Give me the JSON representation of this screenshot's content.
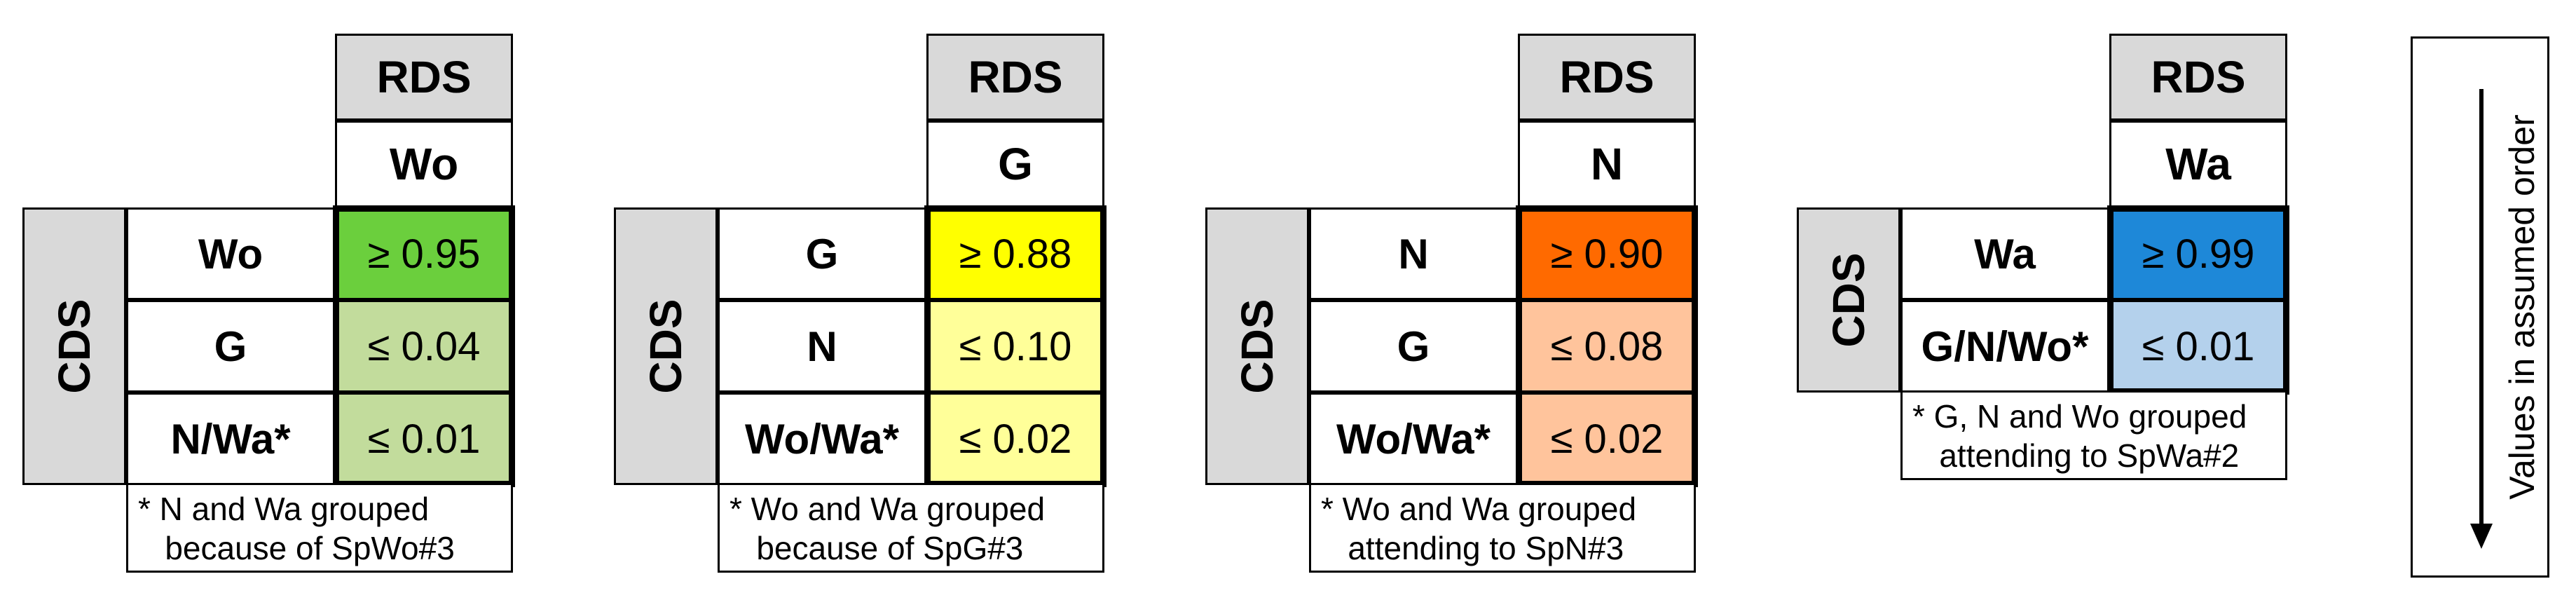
{
  "panels": [
    {
      "header": "RDS",
      "subheader": "Wo",
      "side_label": "CDS",
      "rows": [
        {
          "label": "Wo",
          "value": "≥ 0.95",
          "color": "#6bcf3d"
        },
        {
          "label": "G",
          "value": "≤ 0.04",
          "color": "#c2dc9c"
        },
        {
          "label": "N/Wa*",
          "value": "≤ 0.01",
          "color": "#c2dc9c"
        }
      ],
      "note": "* N and Wa grouped\n   because of SpWo#3"
    },
    {
      "header": "RDS",
      "subheader": "G",
      "side_label": "CDS",
      "rows": [
        {
          "label": "G",
          "value": "≥ 0.88",
          "color": "#ffff00"
        },
        {
          "label": "N",
          "value": "≤ 0.10",
          "color": "#ffff99"
        },
        {
          "label": "Wo/Wa*",
          "value": "≤ 0.02",
          "color": "#ffff99"
        }
      ],
      "note": "* Wo and Wa grouped\n   because of SpG#3"
    },
    {
      "header": "RDS",
      "subheader": "N",
      "side_label": "CDS",
      "rows": [
        {
          "label": "N",
          "value": "≥ 0.90",
          "color": "#ff6a00"
        },
        {
          "label": "G",
          "value": "≤ 0.08",
          "color": "#ffc49c"
        },
        {
          "label": "Wo/Wa*",
          "value": "≤ 0.02",
          "color": "#ffc49c"
        }
      ],
      "note": "* Wo and Wa grouped\n   attending to SpN#3"
    },
    {
      "header": "RDS",
      "subheader": "Wa",
      "side_label": "CDS",
      "rows": [
        {
          "label": "Wa",
          "value": "≥ 0.99",
          "color": "#1e88d8"
        },
        {
          "label": "G/N/Wo*",
          "value": "≤ 0.01",
          "color": "#b4d1ec"
        }
      ],
      "note": "* G, N and Wo grouped\n   attending to SpWa#2"
    }
  ],
  "legend": {
    "text": "Values in assumed order",
    "arrow_icon": "arrow-down-icon"
  }
}
